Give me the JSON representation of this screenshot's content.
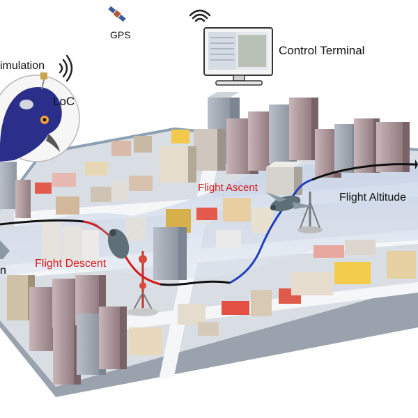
{
  "labels": {
    "gps": "GPS",
    "control_terminal": "Control Terminal",
    "stimulation": "imulation",
    "loc": "LoC",
    "flight_ascent": "Flight Ascent",
    "flight_descent": "Flight Descent",
    "flight_altitude": "Flight Altitude",
    "left_edge_fragment": "n"
  },
  "colors": {
    "background": "#ffffff",
    "red_label": "#d7191c",
    "descent_path": "#d7191c",
    "ascent_path": "#1f3fbf",
    "level_path": "#111111",
    "platform_top": "#d8dde2",
    "platform_side": "#aeb5bd",
    "street": "#f2f4f6",
    "altitude_band": "#c9d6ea",
    "pigeon_blue": "#2b2f8a"
  },
  "icons": {
    "gps": "satellite-icon",
    "control_terminal": "desktop-computer-icon",
    "wifi": "wifi-signal-icon",
    "pigeon": "pigeon-bird-icon",
    "tower": "radio-tower-icon"
  }
}
